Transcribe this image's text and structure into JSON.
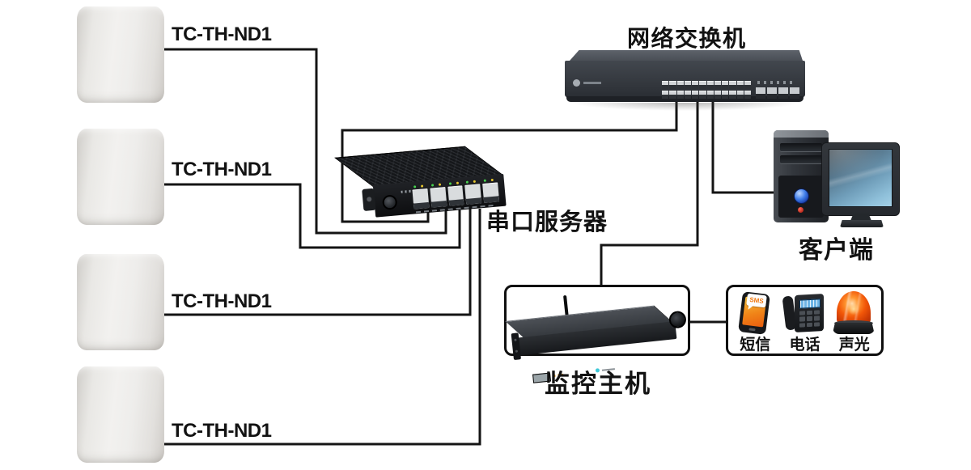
{
  "sensors": [
    {
      "label": "TC-TH-ND1"
    },
    {
      "label": "TC-TH-ND1"
    },
    {
      "label": "TC-TH-ND1"
    },
    {
      "label": "TC-TH-ND1"
    }
  ],
  "labels": {
    "switch": "网络交换机",
    "server": "串口服务器",
    "client": "客户端",
    "host": "监控主机"
  },
  "alerts": {
    "items": [
      {
        "label": "短信",
        "icon": "sms-phone-icon",
        "badge": "SMS"
      },
      {
        "label": "电话",
        "icon": "telephone-icon"
      },
      {
        "label": "声光",
        "icon": "beacon-icon"
      }
    ]
  },
  "colors": {
    "wire": "#141414",
    "beacon_orange": "#f25708",
    "sms_screen_orange": "#f08418",
    "phone_screen_blue": "#6db3e4",
    "client_screen_blue": "#6e9cb8",
    "power_button_blue": "#3f7de8",
    "power_light_red": "#a01008",
    "box_border": "#0f0f0f"
  }
}
